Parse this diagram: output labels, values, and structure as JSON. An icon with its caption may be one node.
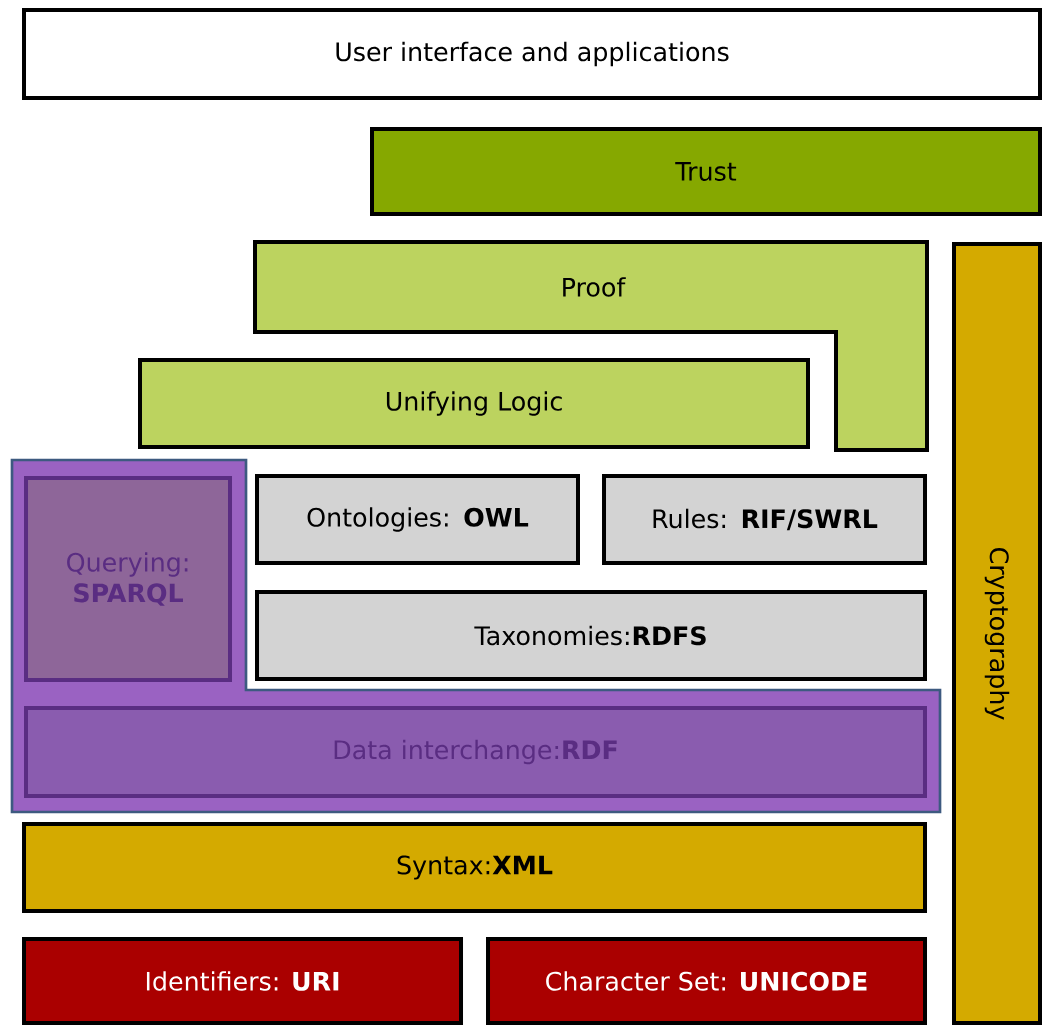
{
  "diagram": {
    "nodes": [
      {
        "text": [
          "User interface and applications"
        ]
      },
      {
        "text": [
          "Trust"
        ]
      },
      {
        "text": [
          "Proof"
        ]
      },
      {
        "text": [
          "Unifying Logic"
        ]
      },
      {
        "text": [],
        "shape": "box"
      },
      {
        "text": [
          "Querying: **SPARQL**"
        ],
        "in": 4
      },
      {
        "text": [
          "Ontologies: **OWL**"
        ]
      },
      {
        "text": [
          "Rules: **RIF/SWRL**"
        ]
      },
      {
        "text": [
          "Taxonomies:**RDFS**"
        ]
      },
      {
        "text": [
          "Data interchange:**RDF**"
        ],
        "in": 4
      },
      {
        "text": [
          "Cryptography"
        ]
      },
      {
        "text": [
          "Syntax:**XML**"
        ]
      },
      {
        "text": [
          "Identifiers: **URI**"
        ]
      },
      {
        "text": [
          "Character Set: **UNICODE**"
        ]
      }
    ]
  }
}
